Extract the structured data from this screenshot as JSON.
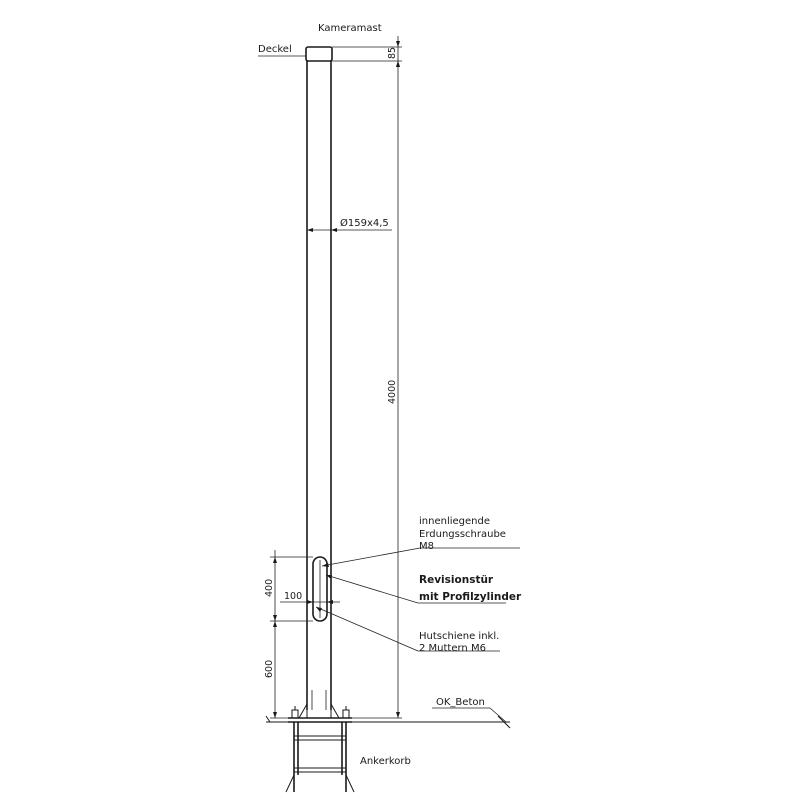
{
  "drawing": {
    "title": "Kameramast",
    "labels": {
      "cap": "Deckel",
      "tube": "Ø159x4,5",
      "grounding_line1": "innenliegende",
      "grounding_line2": "Erdungsschraube",
      "grounding_line3": "M8",
      "door_line1": "Revisionstür",
      "door_line2": "mit Profilzylinder",
      "rail_line1": "Hutschiene inkl.",
      "rail_line2": "2 Muttern M6",
      "ground": "OK_Beton",
      "anchor": "Ankerkorb"
    },
    "dimensions": {
      "cap_height": "85",
      "mast_height": "4000",
      "door_height": "400",
      "door_width": "100",
      "door_offset": "600"
    }
  }
}
